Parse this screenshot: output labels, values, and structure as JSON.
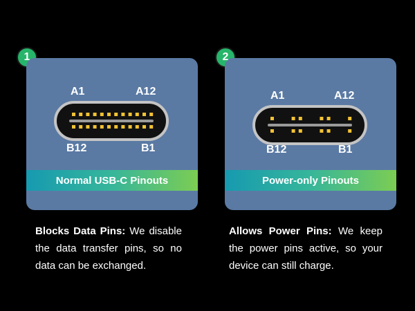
{
  "panels": [
    {
      "number": "1",
      "labels": {
        "top_left": "A1",
        "top_right": "A12",
        "bottom_left": "B12",
        "bottom_right": "B1"
      },
      "ribbon": "Normal USB-C Pinouts",
      "caption_bold": "Blocks Data Pins:",
      "caption_text": " We disable the data transfer pins, so no data can be exchanged.",
      "active_pins": [
        0,
        1,
        2,
        3,
        4,
        5,
        6,
        7,
        8,
        9,
        10,
        11
      ]
    },
    {
      "number": "2",
      "labels": {
        "top_left": "A1",
        "top_right": "A12",
        "bottom_left": "B12",
        "bottom_right": "B1"
      },
      "ribbon": "Power-only Pinouts",
      "caption_bold": "Allows Power Pins:",
      "caption_text": " We keep the power pins active, so your device can still charge.",
      "active_pins": [
        0,
        3,
        4,
        7,
        8,
        11
      ]
    }
  ],
  "colors": {
    "background": "#000000",
    "panel": "#5a7aa4",
    "badge": "#26b56a",
    "pin": "#f2c233",
    "ribbon_start": "#169ab0",
    "ribbon_end": "#7ccd52"
  }
}
